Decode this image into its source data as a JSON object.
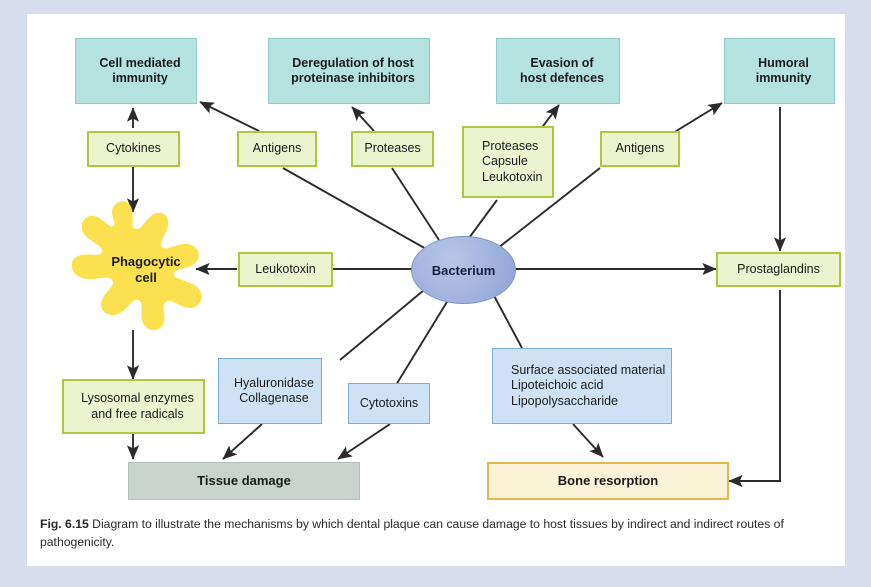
{
  "figure": {
    "number": "Fig. 6.15",
    "caption": " Diagram to illustrate the mechanisms by which dental plaque can cause damage to host tissues by indirect and indirect routes of pathogenicity."
  },
  "colors": {
    "page_background": "#ffffff",
    "frame_background": "#d8dded",
    "teal_fill": "#b3e2df",
    "green_fill": "#ecf3cf",
    "green_border": "#acc93d",
    "blue_fill": "#cfe2f5",
    "blue_border": "#7aaddb",
    "gray_fill": "#c7d3cc",
    "cream_fill": "#fbf3d8",
    "cream_border": "#e6b84c",
    "bacterium_fill": "#9fb0dd",
    "phagocyte_fill": "#fbe14f",
    "arrow_stroke": "#2b2b2b"
  },
  "nodes": {
    "cell_mediated_immunity": "Cell mediated immunity",
    "deregulation": "Deregulation of host proteinase inhibitors",
    "evasion": "Evasion of host defences",
    "humoral_immunity": "Humoral immunity",
    "cytokines": "Cytokines",
    "antigens_left": "Antigens",
    "proteases": "Proteases",
    "proteases_capsule_leukotoxin": "Proteases Capsule Leukotoxin",
    "antigens_right": "Antigens",
    "bacterium": "Bacterium",
    "phagocytic_cell": "Phagocytic cell",
    "leukotoxin": "Leukotoxin",
    "prostaglandins": "Prostaglandins",
    "lysosomal": "Lysosomal enzymes and free radicals",
    "hyaluronidase": "Hyaluronidase Collagenase",
    "cytotoxins": "Cytotoxins",
    "surface_material": "Surface associated material Lipoteichoic acid Lipopolysaccharide",
    "tissue_damage": "Tissue damage",
    "bone_resorption": "Bone resorption"
  },
  "node_lines": {
    "cell_mediated_immunity": [
      "Cell mediated",
      "immunity"
    ],
    "deregulation": [
      "Deregulation of host",
      "proteinase inhibitors"
    ],
    "evasion": [
      "Evasion of",
      "host defences"
    ],
    "humoral_immunity": [
      "Humoral",
      "immunity"
    ],
    "phagocytic_cell": [
      "Phagocytic",
      "cell"
    ],
    "lysosomal": [
      "Lysosomal enzymes",
      "and free radicals"
    ],
    "hyaluronidase": [
      "Hyaluronidase",
      "Collagenase"
    ],
    "pcl": [
      "Proteases",
      "Capsule",
      "Leukotoxin"
    ],
    "surface_material": [
      "Surface associated material",
      "Lipoteichoic acid",
      "Lipopolysaccharide"
    ]
  }
}
